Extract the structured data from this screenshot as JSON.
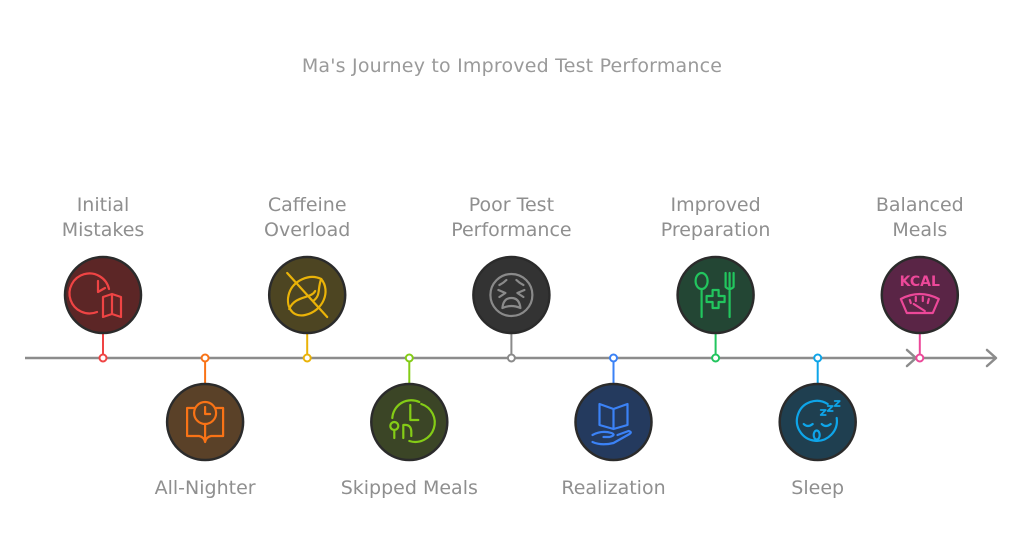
{
  "title": "Ma's Journey to Improved Test Performance",
  "timeline": {
    "line_color": "#8c8c8c",
    "steps": [
      {
        "id": "initial-mistakes",
        "label_lines": [
          "Initial",
          "Mistakes"
        ],
        "position": "top",
        "icon": "clock-book-icon",
        "accent": "#ef4444",
        "fill": "#5c2626"
      },
      {
        "id": "all-nighter",
        "label_lines": [
          "All-Nighter"
        ],
        "position": "bottom",
        "icon": "book-clock-icon",
        "accent": "#f97316",
        "fill": "#5a4128"
      },
      {
        "id": "caffeine-overload",
        "label_lines": [
          "Caffeine",
          "Overload"
        ],
        "position": "top",
        "icon": "no-coffee-bean-icon",
        "accent": "#eab308",
        "fill": "#4d4522"
      },
      {
        "id": "skipped-meals",
        "label_lines": [
          "Skipped Meals"
        ],
        "position": "bottom",
        "icon": "meal-time-icon",
        "accent": "#84cc16",
        "fill": "#3b4526"
      },
      {
        "id": "poor-test-performance",
        "label_lines": [
          "Poor Test",
          "Performance"
        ],
        "position": "top",
        "icon": "tired-face-icon",
        "accent": "#8a8a8a",
        "fill": "#333333"
      },
      {
        "id": "realization",
        "label_lines": [
          "Realization"
        ],
        "position": "bottom",
        "icon": "hand-book-icon",
        "accent": "#3b82f6",
        "fill": "#243a5e"
      },
      {
        "id": "improved-preparation",
        "label_lines": [
          "Improved",
          "Preparation"
        ],
        "position": "top",
        "icon": "health-food-icon",
        "accent": "#22c55e",
        "fill": "#234634"
      },
      {
        "id": "sleep",
        "label_lines": [
          "Sleep"
        ],
        "position": "bottom",
        "icon": "sleeping-face-icon",
        "accent": "#0ea5e9",
        "fill": "#1f3f50"
      },
      {
        "id": "balanced-meals",
        "label_lines": [
          "Balanced",
          "Meals"
        ],
        "position": "top",
        "icon": "kcal-scale-icon",
        "accent": "#ec4899",
        "fill": "#5a2546",
        "icon_text": "KCAL"
      }
    ]
  }
}
